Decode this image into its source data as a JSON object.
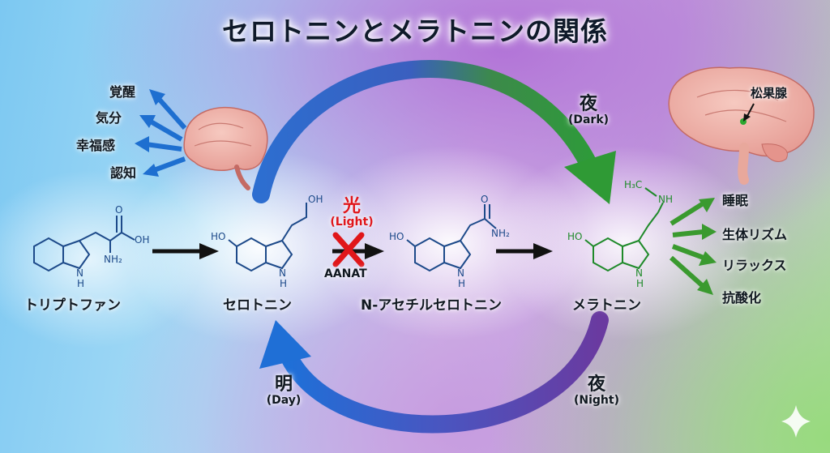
{
  "title": "セロトニンとメラトニンの関係",
  "molecules": {
    "tryptophan": "トリプトファン",
    "serotonin": "セロトニン",
    "nacetyl": "N-アセチルセロトニン",
    "melatonin": "メラトニン"
  },
  "atoms": {
    "oh": "OH",
    "nh2": "NH₂",
    "ho": "HO",
    "n": "N",
    "h": "H",
    "o": "O",
    "nh2_amide": "NH₂",
    "nh": "NH",
    "h3c": "H₃C"
  },
  "serotonin_effects": [
    "覚醒",
    "気分",
    "幸福感",
    "認知"
  ],
  "melatonin_effects": [
    "睡眠",
    "生体リズム",
    "リラックス",
    "抗酸化"
  ],
  "pineal_label": "松果腺",
  "light": {
    "kanji": "光",
    "english": "(Light)"
  },
  "enzyme": "AANAT",
  "night_top": {
    "kanji": "夜",
    "english": "(Dark)"
  },
  "night_bottom": {
    "kanji": "夜",
    "english": "(Night)"
  },
  "day": {
    "kanji": "明",
    "english": "(Day)"
  },
  "colors": {
    "serotonin_blue": "#1e6fd0",
    "melatonin_green": "#3a9a2f",
    "light_red": "#e0161a",
    "molecule_blue": "#1d4a8a",
    "melatonin_mol": "#1f8a2a"
  }
}
